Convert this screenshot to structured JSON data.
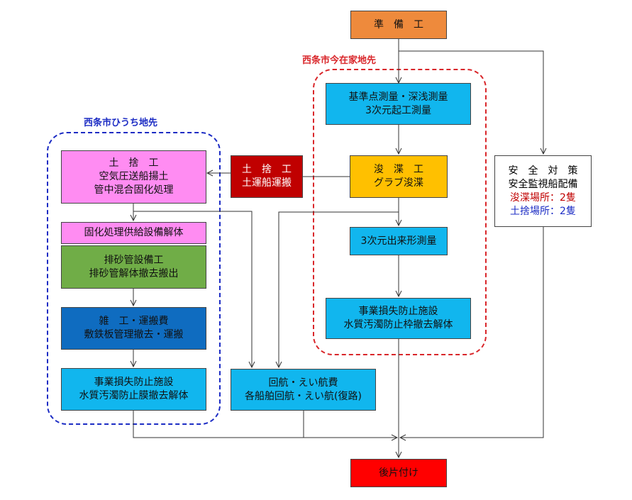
{
  "regions": {
    "imazaike": {
      "label": "西条市今在家地先",
      "color": "#d9262a"
    },
    "hiuchi": {
      "label": "西条市ひうち地先",
      "color": "#1c2cc4"
    }
  },
  "nodes": {
    "junbiko": {
      "lines": [
        "準　備　工"
      ],
      "fill": "#ee8a3c"
    },
    "kijunten": {
      "lines": [
        "基準点測量・深浅測量",
        "3次元起工測量"
      ],
      "fill": "#11b6ee"
    },
    "shunsetsu": {
      "lines": [
        "浚　渫　工",
        "グラブ浚渫"
      ],
      "fill": "#ffc000"
    },
    "dekigata": {
      "lines": [
        "3次元出来形測量"
      ],
      "fill": "#11b6ee"
    },
    "jigyo_right": {
      "lines": [
        "事業損失防止施設",
        "水質汚濁防止枠撤去解体"
      ],
      "fill": "#11b6ee"
    },
    "dosha_center": {
      "lines": [
        "土　捨　工",
        "土運船運搬"
      ],
      "fill": "#c00000",
      "text_color": "#ffffff"
    },
    "dosha_left": {
      "lines": [
        "土　捨　工",
        "空気圧送船揚土",
        "管中混合固化処理"
      ],
      "fill": "#ff8cf2"
    },
    "koka_kyokyu": {
      "lines": [
        "固化処理供給設備解体"
      ],
      "fill": "#ff8cf2"
    },
    "haisa": {
      "lines": [
        "排砂管設備工",
        "排砂管解体撤去搬出"
      ],
      "fill": "#70ad47"
    },
    "zakko": {
      "lines": [
        "雑　工・運搬費",
        "敷鉄板管理撤去・運搬"
      ],
      "fill": "#0f6cc0"
    },
    "jigyo_left": {
      "lines": [
        "事業損失防止施設",
        "水質汚濁防止膜撤去解体"
      ],
      "fill": "#11b6ee"
    },
    "kaiko": {
      "lines": [
        "回航・えい航費",
        "各船舶回航・えい航(復路)"
      ],
      "fill": "#11b6ee"
    },
    "anzen": {
      "lines": [
        {
          "text": "安　全　対　策",
          "color": "#000000"
        },
        {
          "text": "安全監視船配備",
          "color": "#000000"
        },
        {
          "text": "浚渫場所：2隻",
          "color": "#c00000"
        },
        {
          "text": "土捨場所：2隻",
          "color": "#1c2cc4"
        }
      ],
      "fill": "#ffffff"
    },
    "atokatazuke": {
      "lines": [
        "後片付け"
      ],
      "fill": "#ff0000"
    }
  }
}
